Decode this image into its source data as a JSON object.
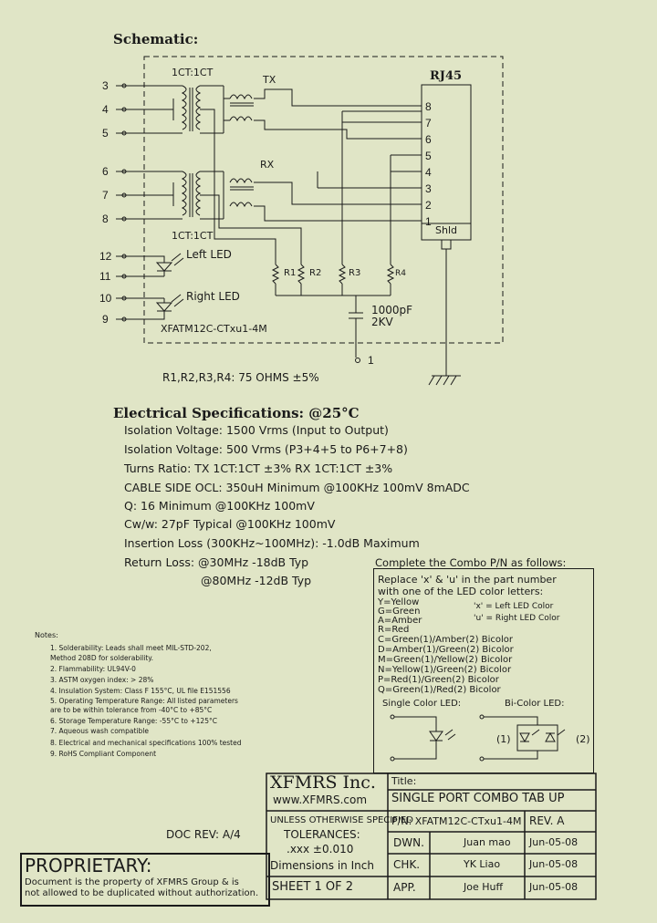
{
  "schematic": {
    "title": "Schematic:",
    "connector": "RJ45",
    "shield": "Shld",
    "tx_label": "TX",
    "rx_label": "RX",
    "ct_top": "1CT:1CT",
    "ct_bottom": "1CT:1CT",
    "left_pins": [
      "3",
      "4",
      "5",
      "6",
      "7",
      "8",
      "12",
      "11",
      "10",
      "9"
    ],
    "rj45_pins": [
      "8",
      "7",
      "6",
      "5",
      "4",
      "3",
      "2",
      "1"
    ],
    "left_led": "Left LED",
    "right_led": "Right LED",
    "part_number": "XFATM12C-CTxu1-4M",
    "resistors": [
      "R1",
      "R2",
      "R3",
      "R4"
    ],
    "cap_value": "1000pF",
    "cap_voltage": "2KV",
    "gnd_pin": "1",
    "resistor_note": "R1,R2,R3,R4: 75 OHMS ±5%"
  },
  "electrical": {
    "title": "Electrical   Specifications: @25°C",
    "lines": [
      "Isolation Voltage:   1500 Vrms (Input to Output)",
      "Isolation Voltage:   500 Vrms (P3+4+5 to P6+7+8)",
      "Turns Ratio: TX 1CT:1CT ±3%  RX 1CT:1CT ±3%",
      "CABLE SIDE OCL: 350uH Minimum @100KHz 100mV 8mADC",
      "Q: 16 Minimum @100KHz 100mV",
      "Cw/w: 27pF Typical @100KHz 100mV",
      "Insertion Loss (300KHz~100MHz): -1.0dB Maximum",
      "Return Loss: @30MHz   -18dB Typ",
      "@80MHz   -12dB Typ"
    ]
  },
  "combo": {
    "heading": "Complete the Combo P/N as follows:",
    "intro1": "Replace 'x' & 'u' in the part number",
    "intro2": "with one of the LED color letters:",
    "colors": [
      "Y=Yellow",
      "G=Green",
      "A=Amber",
      "R=Red",
      "C=Green(1)/Amber(2)  Bicolor",
      "D=Amber(1)/Green(2)  Bicolor",
      "M=Green(1)/Yellow(2) Bicolor",
      "N=Yellow(1)/Green(2) Bicolor",
      "P=Red(1)/Green(2)  Bicolor",
      "Q=Green(1)/Red(2)  Bicolor"
    ],
    "x_note": "'x' = Left LED Color",
    "u_note": "'u' = Right LED Color",
    "single_label": "Single Color LED:",
    "bi_label": "Bi-Color LED:",
    "bi_1": "(1)",
    "bi_2": "(2)"
  },
  "notes": {
    "title": "Notes:",
    "items": [
      "1. Solderability: Leads shall meet MIL-STD-202,",
      "    Method 208D for solderability.",
      "2. Flammability: UL94V-0",
      "3. ASTM oxygen index: > 28%",
      "4. Insulation System: Class F 155°C, UL file E151556",
      "5. Operating Temperature Range: All listed parameters",
      "    are to be within tolerance from -40°C to +85°C",
      "6. Storage Temperature Range: -55°C to +125°C",
      "7. Aqueous wash compatible",
      "8. Electrical and mechanical specifications 100% tested",
      "9. RoHS Compliant Component"
    ]
  },
  "doc_rev": "DOC REV: A/4",
  "proprietary": {
    "title": "PROPRIETARY:",
    "line1": "Document is the property of XFMRS Group & is",
    "line2": "not allowed to be duplicated without authorization."
  },
  "title_block": {
    "company": "XFMRS Inc.",
    "website": "www.XFMRS.com",
    "title_label": "Title:",
    "title": "SINGLE PORT COMBO TAB UP",
    "unless": "UNLESS OTHERWISE SPECIFIED",
    "tolerances": "TOLERANCES:",
    "tol_value": ".xxx ±0.010",
    "dimensions": "Dimensions in Inch",
    "sheet": "SHEET  1  OF  2",
    "pn": "P/N: XFATM12C-CTxu1-4M",
    "rev": "REV. A",
    "rows": [
      {
        "label": "DWN.",
        "name": "Juan mao",
        "date": "Jun-05-08"
      },
      {
        "label": "CHK.",
        "name": "YK Liao",
        "date": "Jun-05-08"
      },
      {
        "label": "APP.",
        "name": "Joe Huff",
        "date": "Jun-05-08"
      }
    ]
  }
}
